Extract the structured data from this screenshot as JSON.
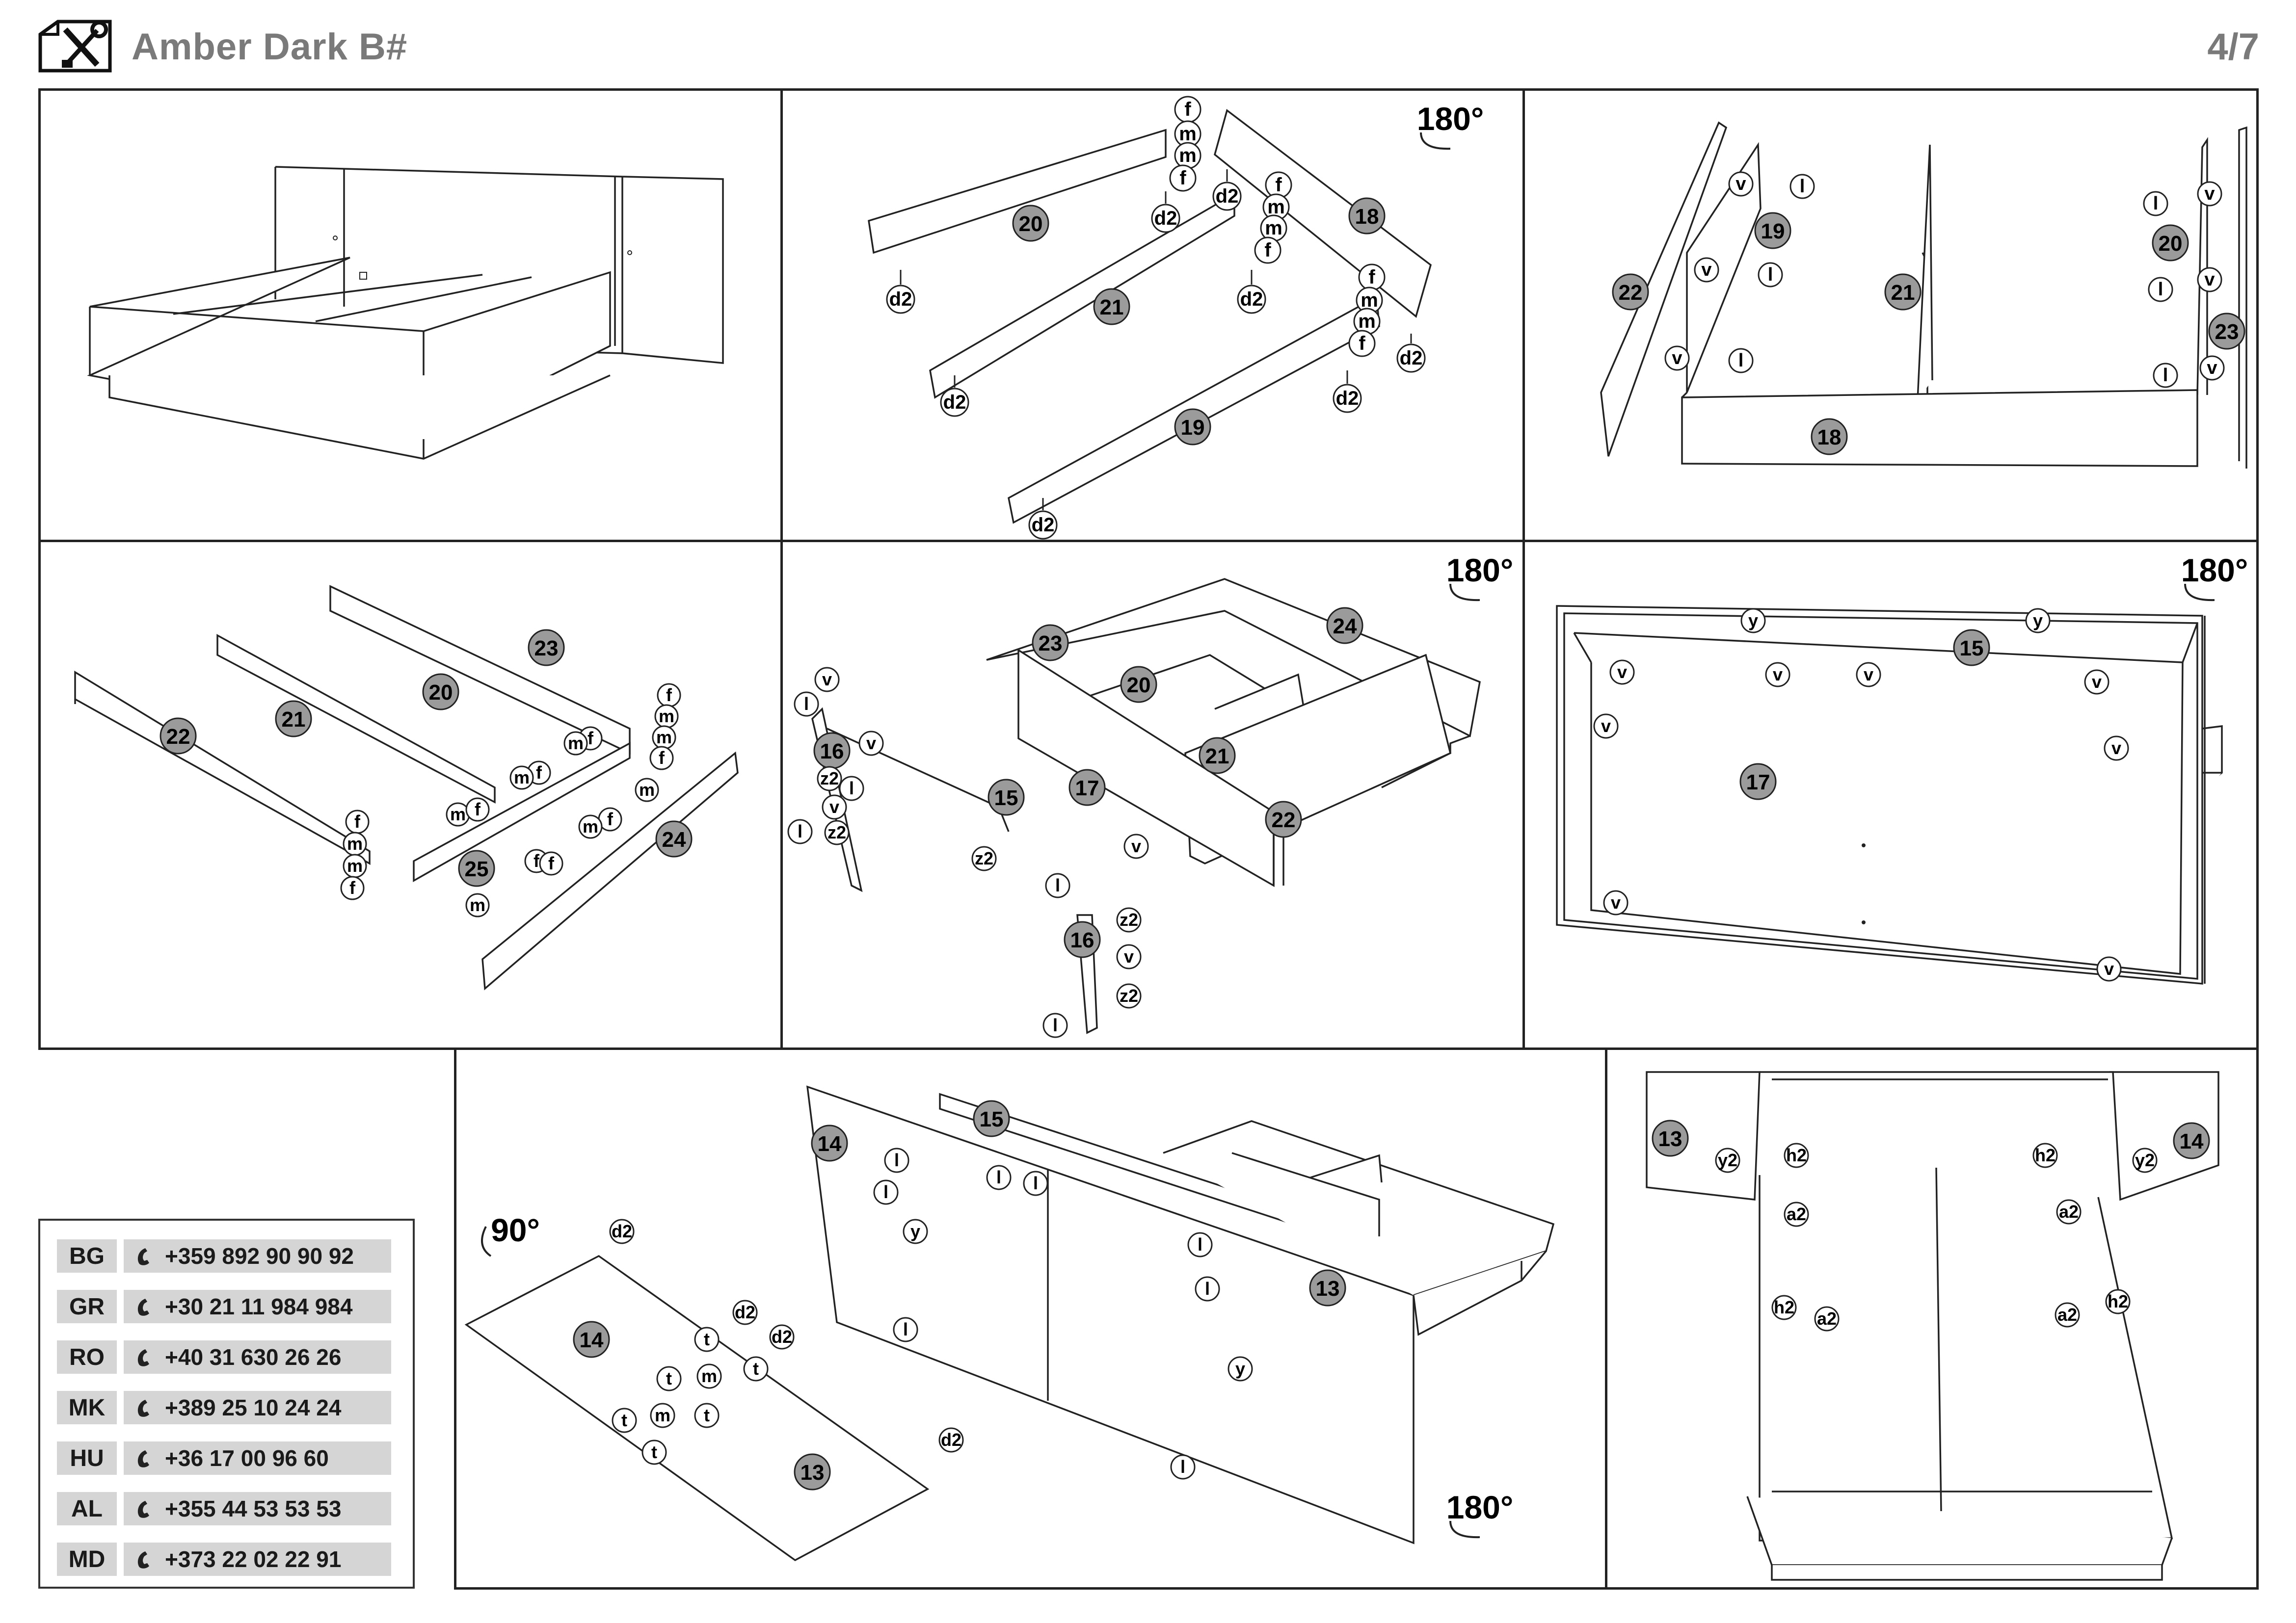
{
  "header": {
    "icon": "tools-icon",
    "title": "Amber Dark B#",
    "page": "4/7"
  },
  "rotations": {
    "step2": "180°",
    "step5": "180°",
    "step6": "180°",
    "step7a": "90°",
    "step7b": "180°"
  },
  "steps": {
    "s2": {
      "panels": [
        "20",
        "21",
        "19",
        "18"
      ],
      "fittings": [
        "f",
        "m",
        "m",
        "f",
        "d2",
        "d2",
        "f",
        "m",
        "m",
        "f",
        "d2",
        "d2",
        "f",
        "m",
        "m",
        "f",
        "d2",
        "d2",
        "d2",
        "d2"
      ]
    },
    "s3": {
      "panels": [
        "22",
        "19",
        "21",
        "20",
        "23",
        "18"
      ],
      "fittings": [
        "v",
        "l",
        "v",
        "l",
        "v",
        "l",
        "l",
        "v",
        "l",
        "v",
        "l",
        "v"
      ]
    },
    "s4": {
      "panels": [
        "23",
        "20",
        "21",
        "22",
        "25",
        "24"
      ],
      "fittings": [
        "f",
        "m",
        "m",
        "f",
        "f",
        "m",
        "f",
        "m",
        "m",
        "f",
        "m",
        "f",
        "f",
        "m",
        "m",
        "f",
        "f",
        "m",
        "m",
        "f"
      ]
    },
    "s5": {
      "panels": [
        "23",
        "24",
        "20",
        "21",
        "22",
        "16",
        "15",
        "17",
        "16"
      ],
      "fittings": [
        "l",
        "v",
        "v",
        "z2",
        "v",
        "l",
        "z2",
        "l",
        "z2",
        "v",
        "l",
        "z2",
        "v",
        "z2",
        "l"
      ]
    },
    "s6": {
      "panels": [
        "15",
        "17"
      ],
      "fittings": [
        "y",
        "y",
        "v",
        "v",
        "v",
        "v",
        "v",
        "v",
        "v",
        "v"
      ]
    },
    "s7": {
      "panels": [
        "14",
        "15",
        "13",
        "14",
        "13"
      ],
      "fittings": [
        "l",
        "l",
        "l",
        "l",
        "y",
        "l",
        "l",
        "l",
        "y",
        "l",
        "d2",
        "d2",
        "d2",
        "t",
        "t",
        "m",
        "t",
        "t",
        "m",
        "t",
        "t",
        "d2"
      ]
    },
    "s8": {
      "panels": [
        "13",
        "14"
      ],
      "fittings": [
        "y2",
        "h2",
        "a2",
        "h2",
        "a2",
        "y2",
        "h2",
        "a2",
        "a2",
        "h2"
      ]
    }
  },
  "contacts": [
    {
      "code": "BG",
      "phone": "+359 892 90 90 92"
    },
    {
      "code": "GR",
      "phone": "+30 21 11 984 984"
    },
    {
      "code": "RO",
      "phone": "+40 31 630 26 26"
    },
    {
      "code": "MK",
      "phone": "+389 25 10 24 24"
    },
    {
      "code": "HU",
      "phone": "+36 17 00 96 60"
    },
    {
      "code": "AL",
      "phone": "+355 44 53 53 53"
    },
    {
      "code": "MD",
      "phone": "+373 22 02 22 91"
    }
  ]
}
